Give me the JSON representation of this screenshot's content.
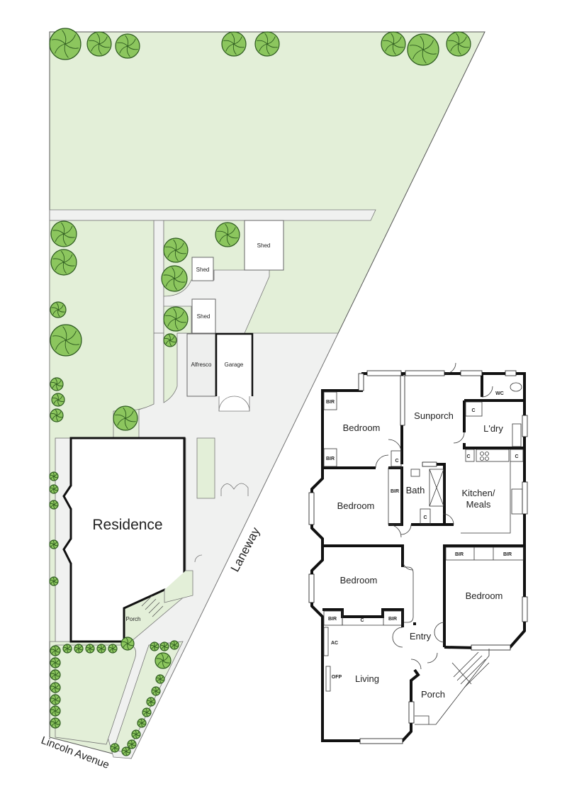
{
  "site_plan": {
    "residence": "Residence",
    "laneway": "Laneway",
    "street": "Lincoln Avenue",
    "structures": {
      "shed_large": "Shed",
      "shed_small_upper": "Shed",
      "shed_small_lower": "Shed",
      "alfresco": "Alfresco",
      "garage": "Garage",
      "porch": "Porch"
    }
  },
  "floor_plan": {
    "rooms": {
      "bedroom_top": "Bedroom",
      "sunporch": "Sunporch",
      "wc": "WC",
      "laundry": "L'dry",
      "bath": "Bath",
      "kitchen_line1": "Kitchen/",
      "kitchen_line2": "Meals",
      "bedroom_mid": "Bedroom",
      "bedroom_lower": "Bedroom",
      "bedroom_right": "Bedroom",
      "entry": "Entry",
      "living": "Living",
      "porch": "Porch"
    },
    "fixtures": {
      "bir1": "BIR",
      "bir2": "BIR",
      "bir3": "BIR",
      "bir4": "BIR",
      "bir5": "BIR",
      "bir6": "BIR",
      "bir7": "BIR",
      "c1": "C",
      "c2": "C",
      "c3": "C",
      "c4": "C",
      "c5": "C",
      "c6": "C",
      "ac": "AC",
      "ofp": "OFP"
    }
  },
  "colors": {
    "lawn": "#e3efd8",
    "paving": "#f0f1f0",
    "tree_fill": "#8cc65e",
    "tree_line": "#2d5a1f",
    "wall": "#111111"
  }
}
